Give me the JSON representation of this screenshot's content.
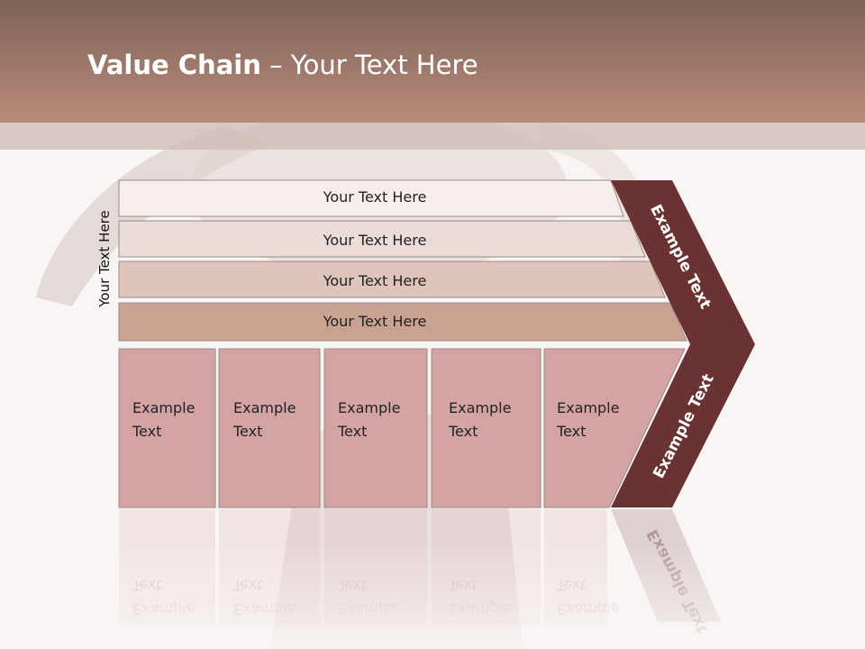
{
  "title": {
    "bold": "Value Chain",
    "rest": " – Your Text Here"
  },
  "side_label": "Your Text Here",
  "rows": [
    "Your Text Here",
    "Your Text Here",
    "Your Text Here",
    "Your Text Here"
  ],
  "columns": [
    {
      "line1": "Example",
      "line2": "Text"
    },
    {
      "line1": "Example",
      "line2": "Text"
    },
    {
      "line1": "Example",
      "line2": "Text"
    },
    {
      "line1": "Example",
      "line2": "Text"
    },
    {
      "line1": "Example",
      "line2": "Text"
    }
  ],
  "chevron": {
    "top_label": "Example Text",
    "bottom_label": "Example Text"
  },
  "colors": {
    "header_dark": "#7e6358",
    "header_light": "#b98b7b",
    "chevron": "#6b3234",
    "column_fill": "#d4a3a3",
    "row_fills": [
      "#f5eeec",
      "#ecdcd8",
      "#dfc4bb",
      "#c9a292"
    ]
  }
}
